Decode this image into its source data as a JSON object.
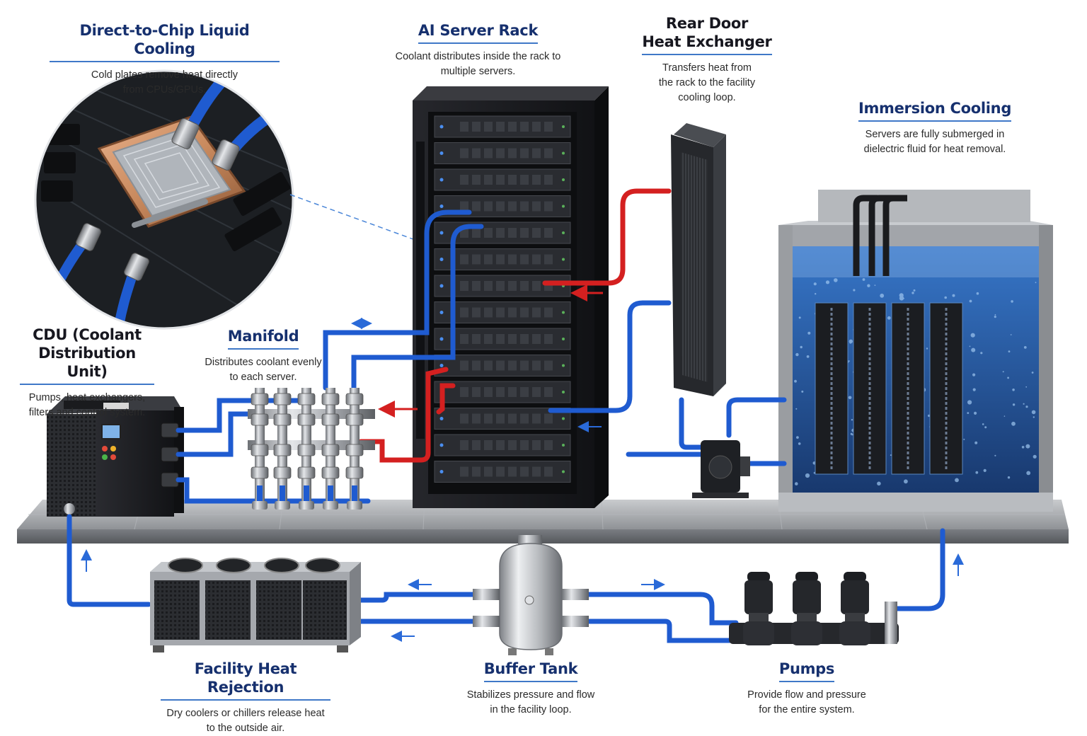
{
  "labels": {
    "direct_to_chip": {
      "title": "Direct-to-Chip Liquid Cooling",
      "desc": "Cold plates remove heat directly\nfrom CPUs/GPUs."
    },
    "ai_rack": {
      "title": "AI Server Rack",
      "desc": "Coolant distributes inside the rack to\nmultiple servers."
    },
    "rear_door": {
      "title_line1": "Rear Door",
      "title_line2": "Heat Exchanger",
      "desc": "Transfers heat from\nthe rack to the facility\ncooling loop."
    },
    "immersion": {
      "title": "Immersion Cooling",
      "desc": "Servers are fully submerged in\ndielectric fluid for heat removal."
    },
    "cdu": {
      "title_line1": "CDU (Coolant",
      "title_line2": "Distribution Unit)",
      "desc": "Pumps, heat exchangers,\nfilters and control system."
    },
    "manifold": {
      "title": "Manifold",
      "desc": "Distributes coolant evenly\nto each server."
    },
    "facility": {
      "title": "Facility Heat Rejection",
      "desc": "Dry coolers or chillers release heat\nto the outside air."
    },
    "buffer_tank": {
      "title": "Buffer Tank",
      "desc": "Stabilizes pressure and flow\nin the facility loop."
    },
    "pumps": {
      "title": "Pumps",
      "desc": "Provide flow and pressure\nfor the entire system."
    }
  },
  "colors": {
    "title": "#16306e",
    "underline": "#3f78c8",
    "cold_pipe": "#1f5bd0",
    "hot_pipe": "#d42020",
    "rack": "#1b1c20",
    "fluid": "#1a4f9c",
    "copper": "#c98a5e"
  },
  "icons": [
    "cold-plate-icon",
    "server-rack-icon",
    "heat-exchanger-icon",
    "immersion-tank-icon",
    "cdu-icon",
    "manifold-icon",
    "dry-cooler-icon",
    "buffer-tank-icon",
    "pump-icon",
    "flow-arrow-icon"
  ]
}
